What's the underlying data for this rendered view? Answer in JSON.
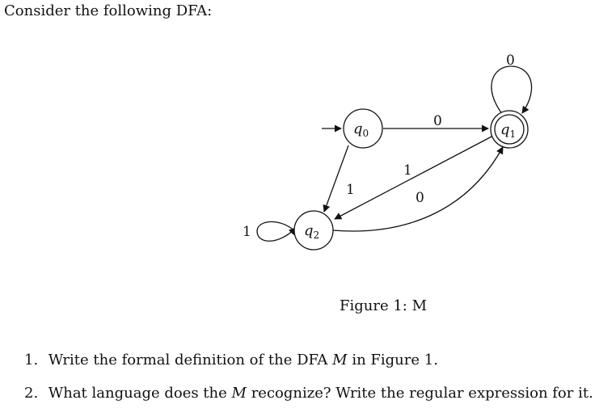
{
  "intro": "Consider the following DFA:",
  "diagram": {
    "states": {
      "q0": {
        "base": "q",
        "sub": "0"
      },
      "q1": {
        "base": "q",
        "sub": "1"
      },
      "q2": {
        "base": "q",
        "sub": "2"
      }
    },
    "transitions": {
      "q0_to_q1": "0",
      "q1_loop": "0",
      "q0_to_q2": "1",
      "q1_to_q2": "1",
      "q2_to_q1": "0",
      "q2_loop": "1"
    }
  },
  "caption": "Figure 1: M",
  "questions": [
    {
      "num": "1.",
      "before": "Write the formal definition of the DFA",
      "var": "M",
      "after": "in Figure 1."
    },
    {
      "num": "2.",
      "before": "What language does the",
      "var": "M",
      "after": "recognize? Write the regular expression for it."
    }
  ]
}
